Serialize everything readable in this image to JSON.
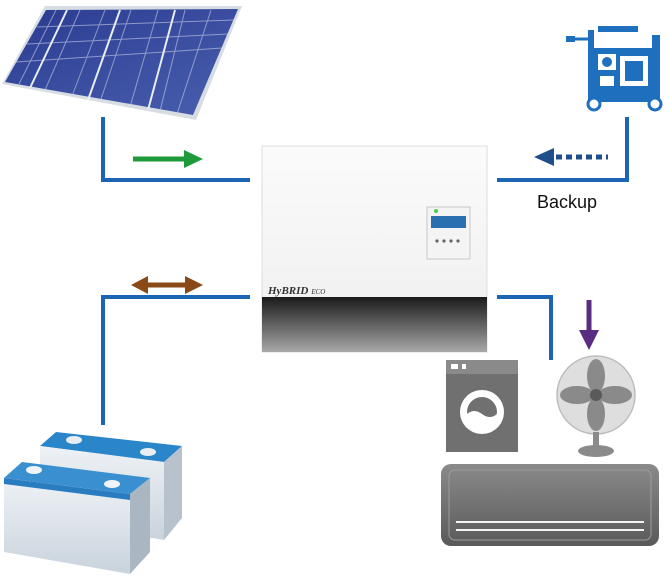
{
  "labels": {
    "backup": "Backup",
    "brand_main": "HyBRID",
    "brand_sub": "ECO"
  },
  "components": [
    {
      "id": "solar-panel",
      "icon": "solar-panel-icon"
    },
    {
      "id": "generator",
      "icon": "generator-icon"
    },
    {
      "id": "hybrid-inverter",
      "icon": "inverter-icon"
    },
    {
      "id": "battery-bank",
      "icon": "battery-icon"
    },
    {
      "id": "washing-machine",
      "icon": "washing-machine-icon"
    },
    {
      "id": "fan",
      "icon": "fan-icon"
    },
    {
      "id": "air-conditioner",
      "icon": "air-conditioner-icon"
    }
  ],
  "flows": [
    {
      "from": "solar-panel",
      "to": "hybrid-inverter",
      "direction": "one-way",
      "style": "solid",
      "color": "#1f9a3a"
    },
    {
      "from": "generator",
      "to": "hybrid-inverter",
      "direction": "one-way",
      "style": "dashed",
      "color": "#1f4f8a"
    },
    {
      "from": "hybrid-inverter",
      "to": "battery-bank",
      "direction": "two-way",
      "style": "solid",
      "color": "#8a4a17"
    },
    {
      "from": "hybrid-inverter",
      "to": "loads",
      "direction": "one-way",
      "style": "solid",
      "color": "#5a2d82"
    }
  ],
  "colors": {
    "wire": "#1c64b4",
    "solar_arrow": "#1f9a3a",
    "backup_arrow": "#1f4f8a",
    "battery_arrow": "#8a4a17",
    "load_arrow": "#5a2d82",
    "generator_blue": "#1f6fbf",
    "battery_cap": "#3a8fd0"
  }
}
